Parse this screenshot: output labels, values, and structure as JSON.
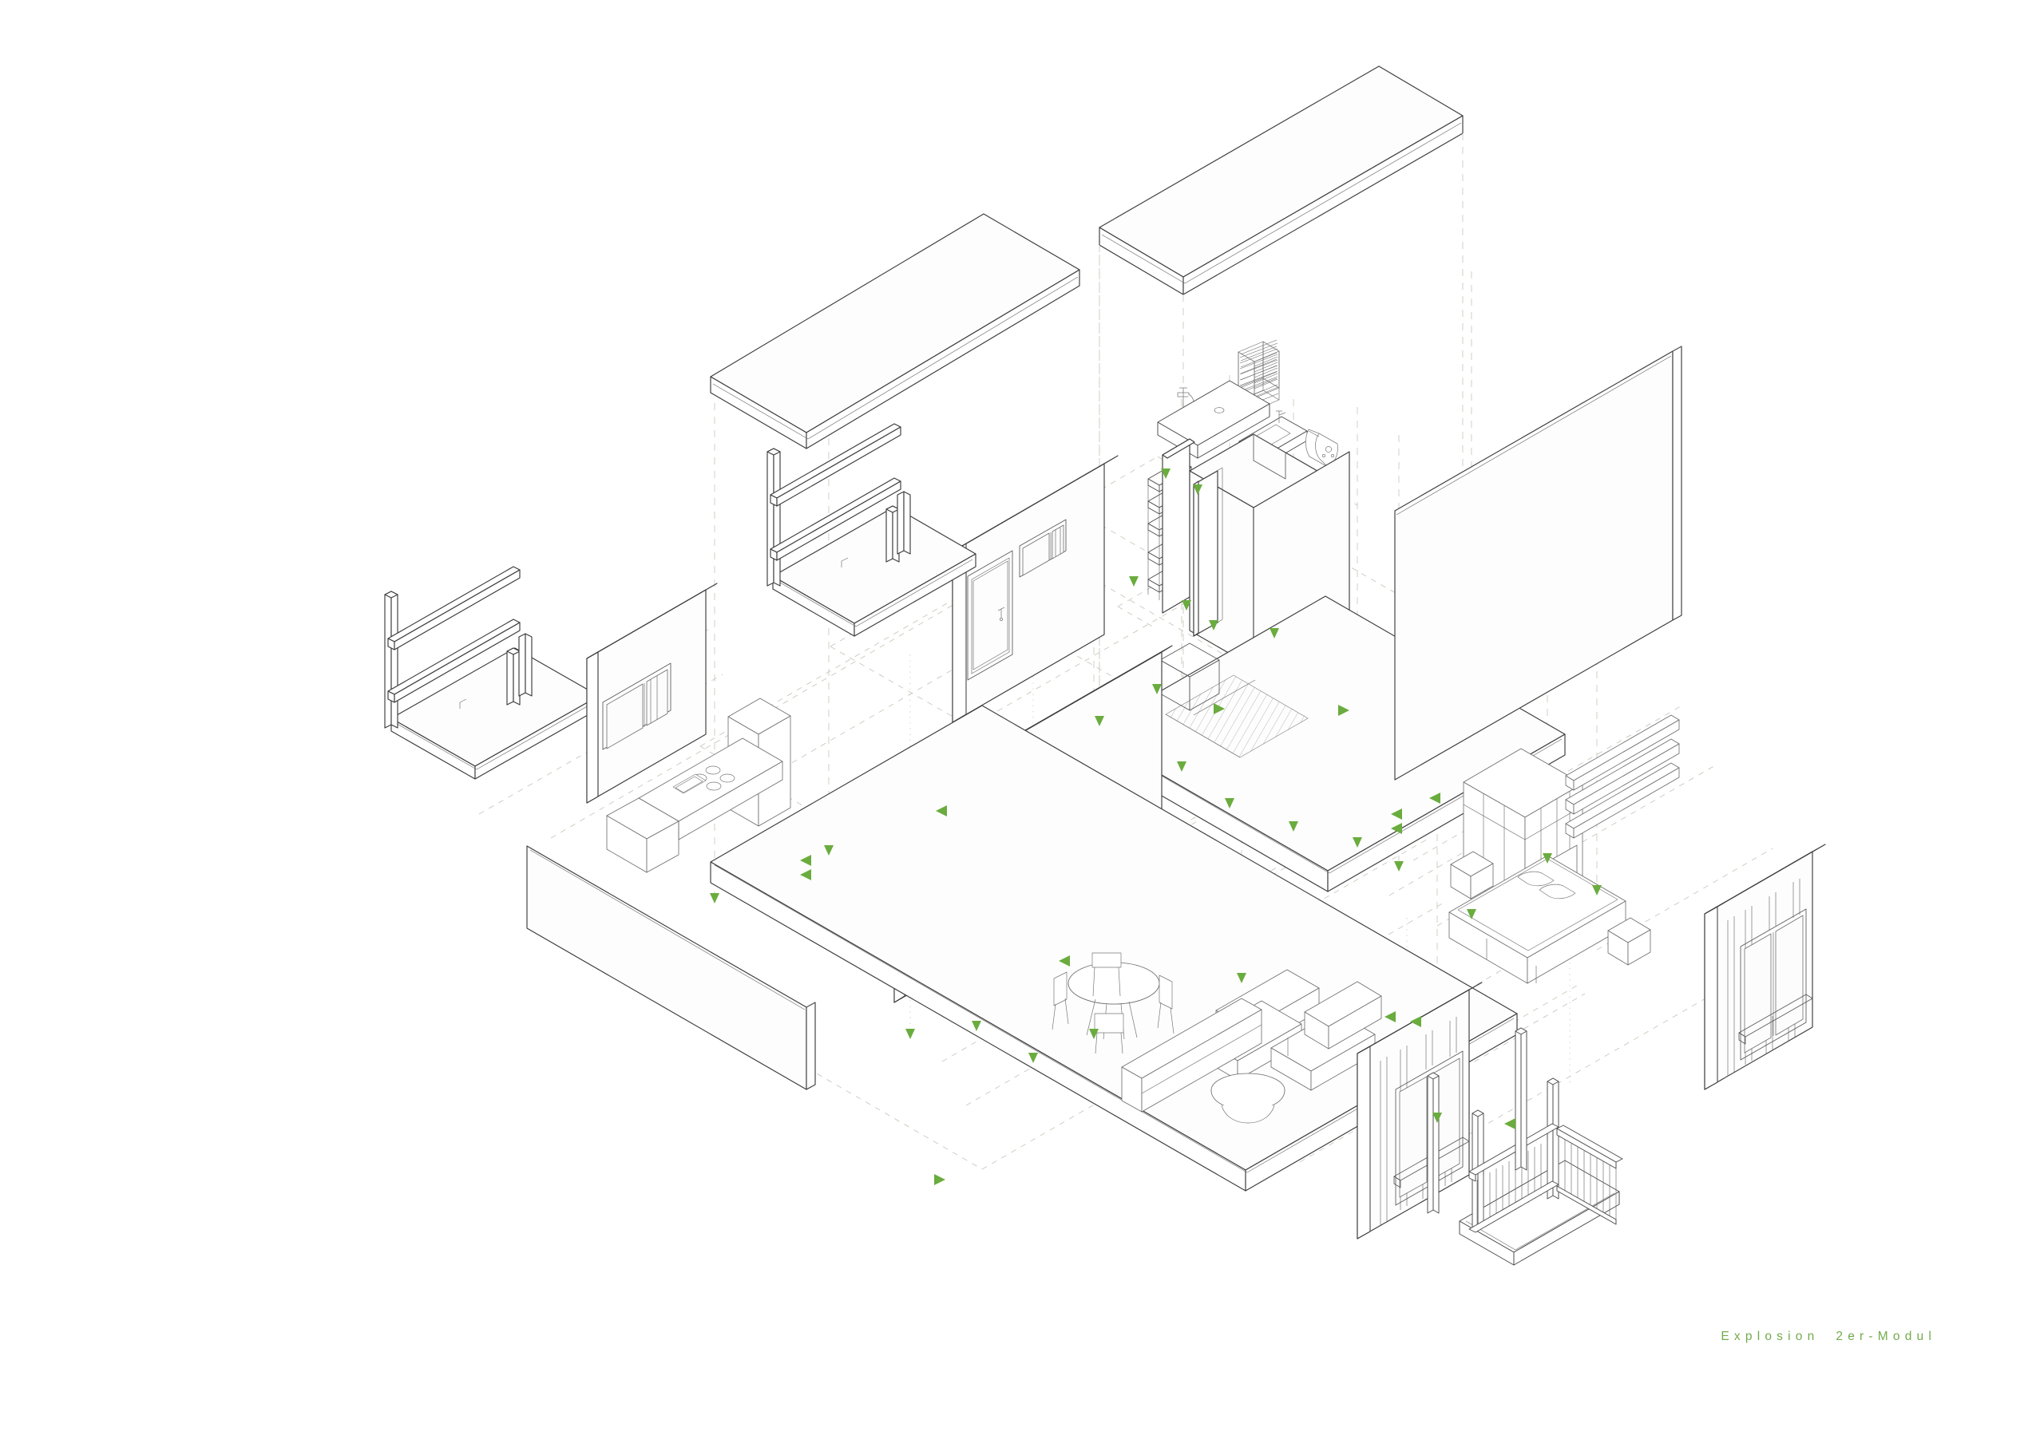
{
  "sheet": {
    "title": "Explosion  2er-Modul",
    "background_color": "#ffffff",
    "line_color": "#3c3c3c",
    "accent_color": "#6aac3e",
    "guide_color": "#c9c9bd",
    "title_color": "#73ab4b",
    "drawing_type": "exploded axonometric",
    "projection": "isometric"
  },
  "components": {
    "roof_slab_bath": "roof slab over bathroom module",
    "roof_slab_entrance": "roof slab over entrance module",
    "bathroom_pod": "prefabricated bathroom pod walls",
    "bath_fixtures": "shower column, towel radiator, shower tray, washbasin, wall-hung WC",
    "shelving": "wall shelving unit",
    "entrance_wall": "entrance wall with door and transom window",
    "entrance_door": "entrance door",
    "transom_window": "two-pane transom window",
    "balcony_upper": "upper balcony platform with railing",
    "balcony_left": "left balcony platform with railing",
    "balcony_lower": "lower balcony with vertical balustrade",
    "floor_slab_upper": "upper floor slab with shower recess",
    "floor_slab_lower": "lower floor slab",
    "rear_wall": "rear wall panel",
    "side_wall_left": "left side wall panel",
    "partition_wall": "interior partition wall with two openings",
    "facade_panel_right": "timber-framed facade panel with window",
    "facade_panel_bottom": "timber-framed facade panel with window",
    "kitchen_counter": "kitchen counter with cooktop and sink",
    "kitchen_tall_unit": "tall kitchen unit / refrigerator",
    "wardrobe": "wardrobe closet",
    "wall_shelves": "three wall shelves",
    "bed": "double bed with headboard",
    "nightstands": "two nightstands",
    "dining_set": "round dining table with four chairs",
    "sofa": "sectional sofa",
    "coffee_table": "round coffee table",
    "sideboard": "low sideboard / media unit"
  },
  "annotations": {
    "arrow_count": 28,
    "arrow_meaning": "assembly direction indicators",
    "guide_meaning": "exploded alignment axes"
  }
}
